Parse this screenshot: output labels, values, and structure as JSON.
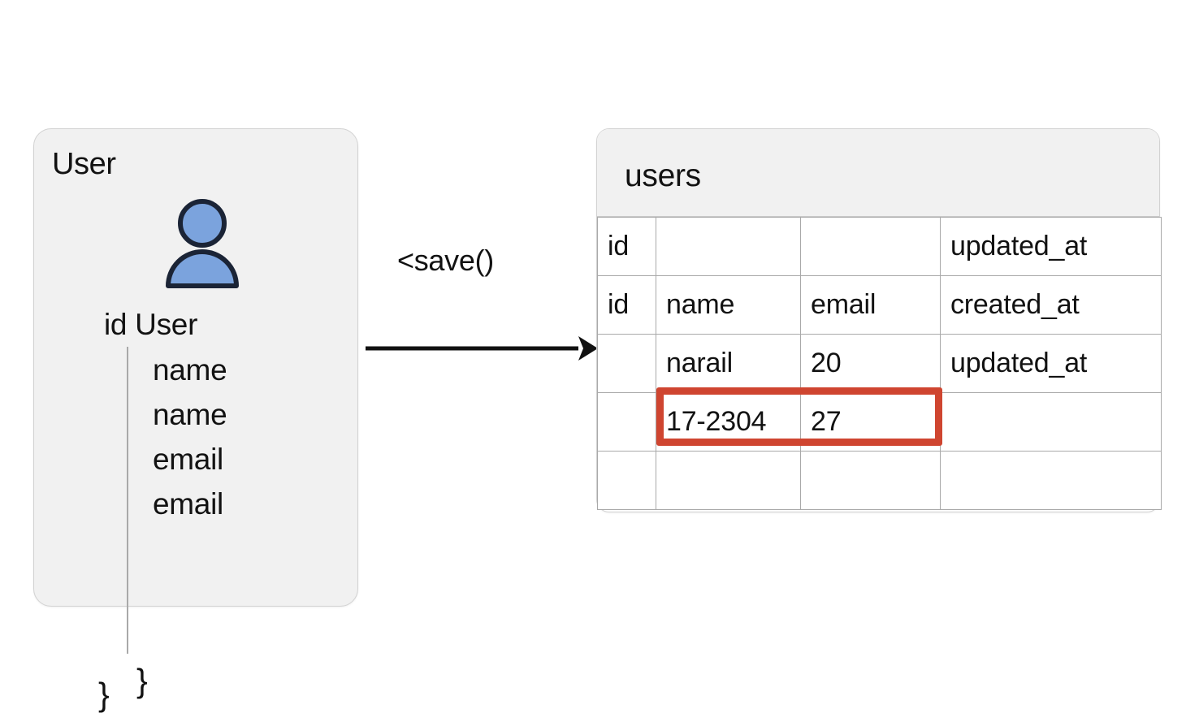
{
  "model_card": {
    "title": "User",
    "avatar_icon": "person-icon",
    "avatar_fill": "#7ba3dd",
    "avatar_stroke": "#1b2436",
    "fields": [
      {
        "text": "id User"
      },
      {
        "text": "name"
      },
      {
        "text": "name"
      },
      {
        "text": "email"
      },
      {
        "text": "email"
      }
    ],
    "brace_inner": "}",
    "brace_outer": "}"
  },
  "flow": {
    "save_label": "<save()",
    "arrow_icon": "arrow-right-icon",
    "arrow_color": "#111111"
  },
  "table_card": {
    "title": "users",
    "header_blue": "#ccd4e8",
    "index_header_blue": "#adb8d4",
    "highlight_color": "#cf4530",
    "columns": [
      {
        "key": "idx",
        "label": "id"
      },
      {
        "key": "a",
        "label": ""
      },
      {
        "key": "b",
        "label": ""
      },
      {
        "key": "c",
        "label": "updated_at"
      }
    ],
    "rows": [
      {
        "idx": "id",
        "a": "name",
        "b": "email",
        "c": "created_at"
      },
      {
        "idx": "",
        "a": "narail",
        "b": "20",
        "c": "updated_at"
      },
      {
        "idx": "",
        "a": "17-2304",
        "b": "27",
        "c": ""
      },
      {
        "idx": "",
        "a": "",
        "b": "",
        "c": ""
      }
    ],
    "highlighted_cells": [
      "17-2304",
      "27"
    ]
  }
}
